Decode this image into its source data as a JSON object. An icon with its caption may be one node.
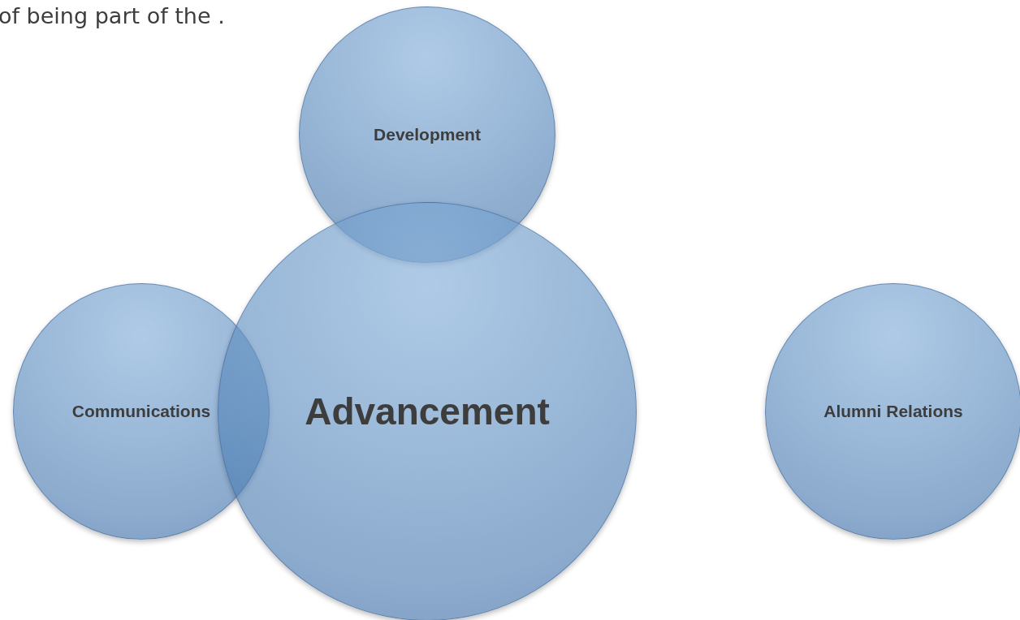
{
  "diagram": {
    "nodes": [
      {
        "text": [
          "Development"
        ]
      },
      {
        "text": [
          "Communications"
        ]
      },
      {
        "text": [
          "Advancement"
        ]
      },
      {
        "text": [
          "Alumni Relations"
        ]
      }
    ],
    "labels": [
      "of being part of the ."
    ]
  }
}
